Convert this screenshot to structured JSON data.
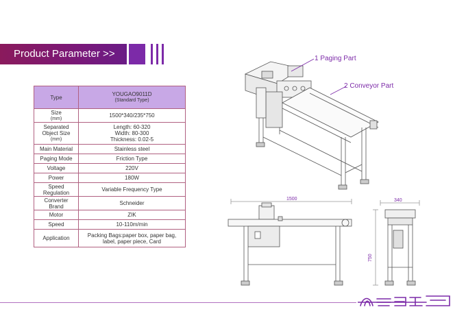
{
  "header": {
    "title": "Product Parameter >>"
  },
  "table": {
    "type_label": "Type",
    "type_model": "YOUGAO9011D",
    "type_sub": "(Standard Type)",
    "rows": [
      {
        "label": [
          "Size",
          "(mm)"
        ],
        "value": [
          "1500*340/235*750"
        ]
      },
      {
        "label": [
          "Separated",
          "Object Size",
          "(mm)"
        ],
        "value": [
          "Length: 60-320",
          "Width: 80-300",
          "Thickness: 0.02-5"
        ]
      },
      {
        "label": [
          "Main Material"
        ],
        "value": [
          "Stainless steel"
        ]
      },
      {
        "label": [
          "Paging Mode"
        ],
        "value": [
          "Friction Type"
        ]
      },
      {
        "label": [
          "Voltage"
        ],
        "value": [
          "220V"
        ]
      },
      {
        "label": [
          "Power"
        ],
        "value": [
          "180W"
        ]
      },
      {
        "label": [
          "Speed",
          "Regulation"
        ],
        "value": [
          "Variable Frequency Type"
        ]
      },
      {
        "label": [
          "Converter",
          "Brand"
        ],
        "value": [
          "Schneider"
        ]
      },
      {
        "label": [
          "Motor"
        ],
        "value": [
          "ZIK"
        ]
      },
      {
        "label": [
          "Speed"
        ],
        "value": [
          "10-110m/min"
        ]
      },
      {
        "label": [
          "Application"
        ],
        "value": [
          "Packing Bags:paper box, paper bag,",
          "label, paper piece, Card"
        ]
      }
    ]
  },
  "callouts": {
    "paging": "1 Paging Part",
    "conveyor": "2 Conveyor Part"
  },
  "dimensions": {
    "length": "1500",
    "width": "340",
    "height": "750"
  },
  "colors": {
    "accent": "#7c2aa8",
    "header": "#8a1a5c",
    "table_head": "#c8a8e6",
    "border": "#b06080"
  }
}
